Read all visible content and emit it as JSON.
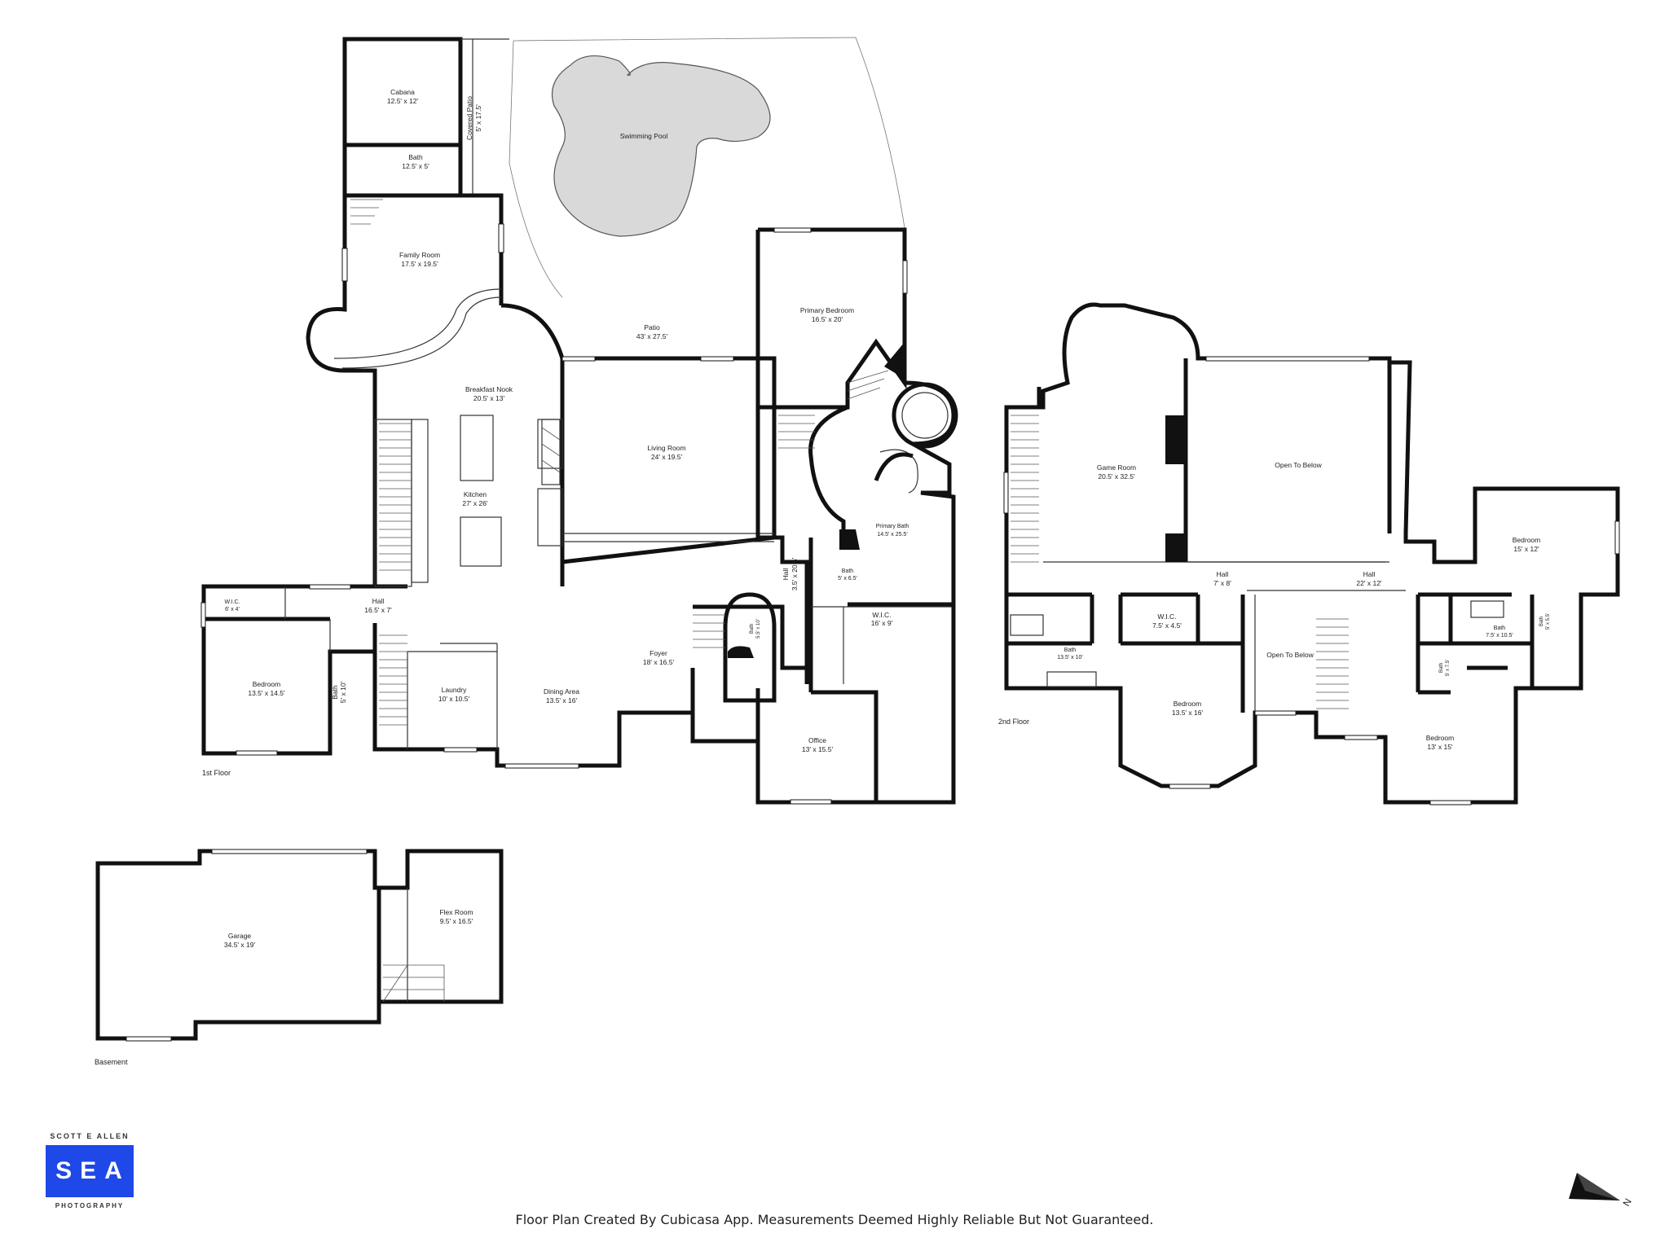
{
  "floors": {
    "first": "1st Floor",
    "second": "2nd Floor",
    "basement": "Basement"
  },
  "rooms": {
    "cabana": {
      "name": "Cabana",
      "dim": "12.5' x 12'"
    },
    "cabana_bath": {
      "name": "Bath",
      "dim": "12.5' x 5'"
    },
    "covered_patio": {
      "name": "Covered Patio",
      "dim": "5' x 17.5'"
    },
    "pool": {
      "name": "Swimming Pool"
    },
    "family_room": {
      "name": "Family Room",
      "dim": "17.5' x 19.5'"
    },
    "patio": {
      "name": "Patio",
      "dim": "43' x 27.5'"
    },
    "primary_bedroom": {
      "name": "Primary Bedroom",
      "dim": "16.5' x 20'"
    },
    "breakfast_nook": {
      "name": "Breakfast Nook",
      "dim": "20.5' x 13'"
    },
    "living_room": {
      "name": "Living Room",
      "dim": "24' x 19.5'"
    },
    "kitchen": {
      "name": "Kitchen",
      "dim": "27' x 26'"
    },
    "primary_bath": {
      "name": "Primary Bath",
      "dim": "14.5' x 25.5'"
    },
    "hall_vert": {
      "name": "Hall",
      "dim": "3.5' x 20.5'"
    },
    "bath_5x65": {
      "name": "Bath",
      "dim": "5' x 6.5'"
    },
    "wic_16x9": {
      "name": "W.I.C.",
      "dim": "16' x 9'"
    },
    "wic_6x4": {
      "name": "W.I.C.",
      "dim": "6' x 4'"
    },
    "hall_1": {
      "name": "Hall",
      "dim": "16.5' x 7'"
    },
    "bedroom_1": {
      "name": "Bedroom",
      "dim": "13.5' x 14.5'"
    },
    "bath_5x10": {
      "name": "Bath",
      "dim": "5' x 10'"
    },
    "laundry": {
      "name": "Laundry",
      "dim": "10' x 10.5'"
    },
    "dining": {
      "name": "Dining Area",
      "dim": "13.5' x 16'"
    },
    "foyer": {
      "name": "Foyer",
      "dim": "18' x 16.5'"
    },
    "half_bath": {
      "name": "Bath",
      "dim": "5.5' x 10'"
    },
    "office": {
      "name": "Office",
      "dim": "13' x 15.5'"
    },
    "game_room": {
      "name": "Game Room",
      "dim": "20.5' x 32.5'"
    },
    "open_below_1": {
      "name": "Open To Below"
    },
    "bedroom_15x12": {
      "name": "Bedroom",
      "dim": "15' x 12'"
    },
    "hall_7x8": {
      "name": "Hall",
      "dim": "7' x 8'"
    },
    "hall_22x12": {
      "name": "Hall",
      "dim": "22' x 12'"
    },
    "wic_75": {
      "name": "W.I.C.",
      "dim": "7.5' x 4.5'"
    },
    "bath_135": {
      "name": "Bath",
      "dim": "13.5' x 10'"
    },
    "open_below_2": {
      "name": "Open To Below"
    },
    "bath_75x105": {
      "name": "Bath",
      "dim": "7.5' x 10.5'"
    },
    "bath_5x55": {
      "name": "Bath",
      "dim": "5' x 5.5'"
    },
    "bath_5x75": {
      "name": "Bath",
      "dim": "5' x 7.5'"
    },
    "bedroom_135x16": {
      "name": "Bedroom",
      "dim": "13.5' x 16'"
    },
    "bedroom_13x15": {
      "name": "Bedroom",
      "dim": "13' x 15'"
    },
    "garage": {
      "name": "Garage",
      "dim": "34.5' x 19'"
    },
    "flex_room": {
      "name": "Flex Room",
      "dim": "9.5' x 16.5'"
    }
  },
  "logo": {
    "top": "SCOTT E ALLEN",
    "mark": "SEA",
    "bottom": "PHOTOGRAPHY"
  },
  "footer": "Floor Plan Created By Cubicasa App. Measurements Deemed Highly Reliable But Not Guaranteed.",
  "compass_letter": "N",
  "colors": {
    "wall": "#111111",
    "pool": "#d9d9d9",
    "logo": "#1f48e8"
  }
}
